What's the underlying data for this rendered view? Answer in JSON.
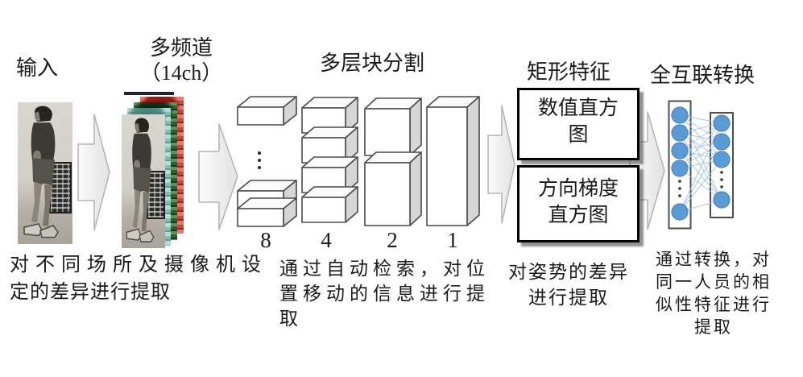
{
  "colors": {
    "node-blue": "#5b9bd5",
    "node-blue-border": "#4a86bf",
    "nn-line": "#a6c5e4",
    "box-outline": "#4a4a4a",
    "arrow-gray": "#b3b3b3",
    "layer-red": "#c24b41",
    "layer-green": "#30602f",
    "layer-teal": "#7fc0b8"
  },
  "stages": {
    "input": {
      "title": "输入",
      "caption_lines": [
        "对不同场所及摄像机设",
        "定的差异进行提取"
      ]
    },
    "multichannel": {
      "title": "多频道",
      "subtitle": "（14ch）"
    },
    "blocks": {
      "title": "多层块分割",
      "level_labels": [
        "8",
        "4",
        "2",
        "1"
      ],
      "caption_lines": [
        "通过自动检索，对位",
        "置移动的信息进行提",
        "取"
      ]
    },
    "features": {
      "title": "矩形特征",
      "box1_lines": [
        "数值直方",
        "图"
      ],
      "box2_lines": [
        "方向梯度",
        "直方图"
      ],
      "caption_lines": [
        "对姿势的差异",
        "进行提取"
      ]
    },
    "fc": {
      "title": "全互联转换",
      "caption_lines": [
        "通过转换，对",
        "同一人员的相",
        "似性特征进行",
        "提取"
      ]
    }
  }
}
